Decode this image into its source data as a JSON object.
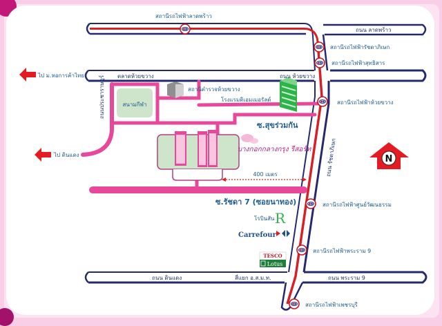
{
  "map": {
    "colors": {
      "background_pink": "#f8cfe6",
      "road_outline": "#26286e",
      "metro_red": "#d71f26",
      "soi_pink": "#e8489a",
      "label_blue": "#1d5b8e",
      "park_green": "#cfe5cb",
      "arrow_red": "#e51b24"
    },
    "roads": {
      "lat_phrao": "ถนน ลาดพร้าว",
      "huai_khwang": "ถนน ห้วยขวาง",
      "huai_khwang_market": "ตลาดห้วยขวาง",
      "pracharat_bamphen": "ถนนประชาราษฎร์",
      "ratchadaphisek": "ถนน รัชดาภิเษก",
      "din_daeng": "ถนน ดินแดง",
      "rama9": "ถนน พระราม 9",
      "junction_ormortor": "สี่แยก อ.ส.ม.ท."
    },
    "stations": [
      {
        "name": "สถานีรถไฟฟ้าลาดพร้าว"
      },
      {
        "name": "สถานีรถไฟฟ้ารัชดาภิเษก"
      },
      {
        "name": "สถานีรถไฟฟ้าสุทธิสาร"
      },
      {
        "name": "สถานีรถไฟฟ้าห้วยขวาง"
      },
      {
        "name": "สถานีรถไฟฟ้าศูนย์วัฒนธรรม"
      },
      {
        "name": "สถานีรถไฟฟ้าพระราม 9"
      },
      {
        "name": "สถานีรถไฟฟ้าเพชรบุรี"
      }
    ],
    "directions": {
      "to_utcc": "ไป ม.หอการค้าไทย",
      "to_din_daeng": "ไป ดินแดง"
    },
    "landmarks": {
      "stadium": "สนามกีฬา",
      "police_station": "สถานีตำรวจห้วยขวาง",
      "hotel": "โรงแรมดิเอมเมอรัลด์",
      "soi_sukruamkan": "ซ.สุขร่วมกัน",
      "resort": "บางกอกกลางกรุง รีสอร์ท",
      "distance": "400 เมตร",
      "soi_ratchada7": "ซ.รัชดา 7 (ซอยนาทอง)",
      "robinson": "โรบินสัน",
      "robinson_logo": "R",
      "carrefour": "Carrefour",
      "tesco": "TESCO",
      "lotus": "Lotus"
    },
    "compass": {
      "label": "N"
    }
  }
}
